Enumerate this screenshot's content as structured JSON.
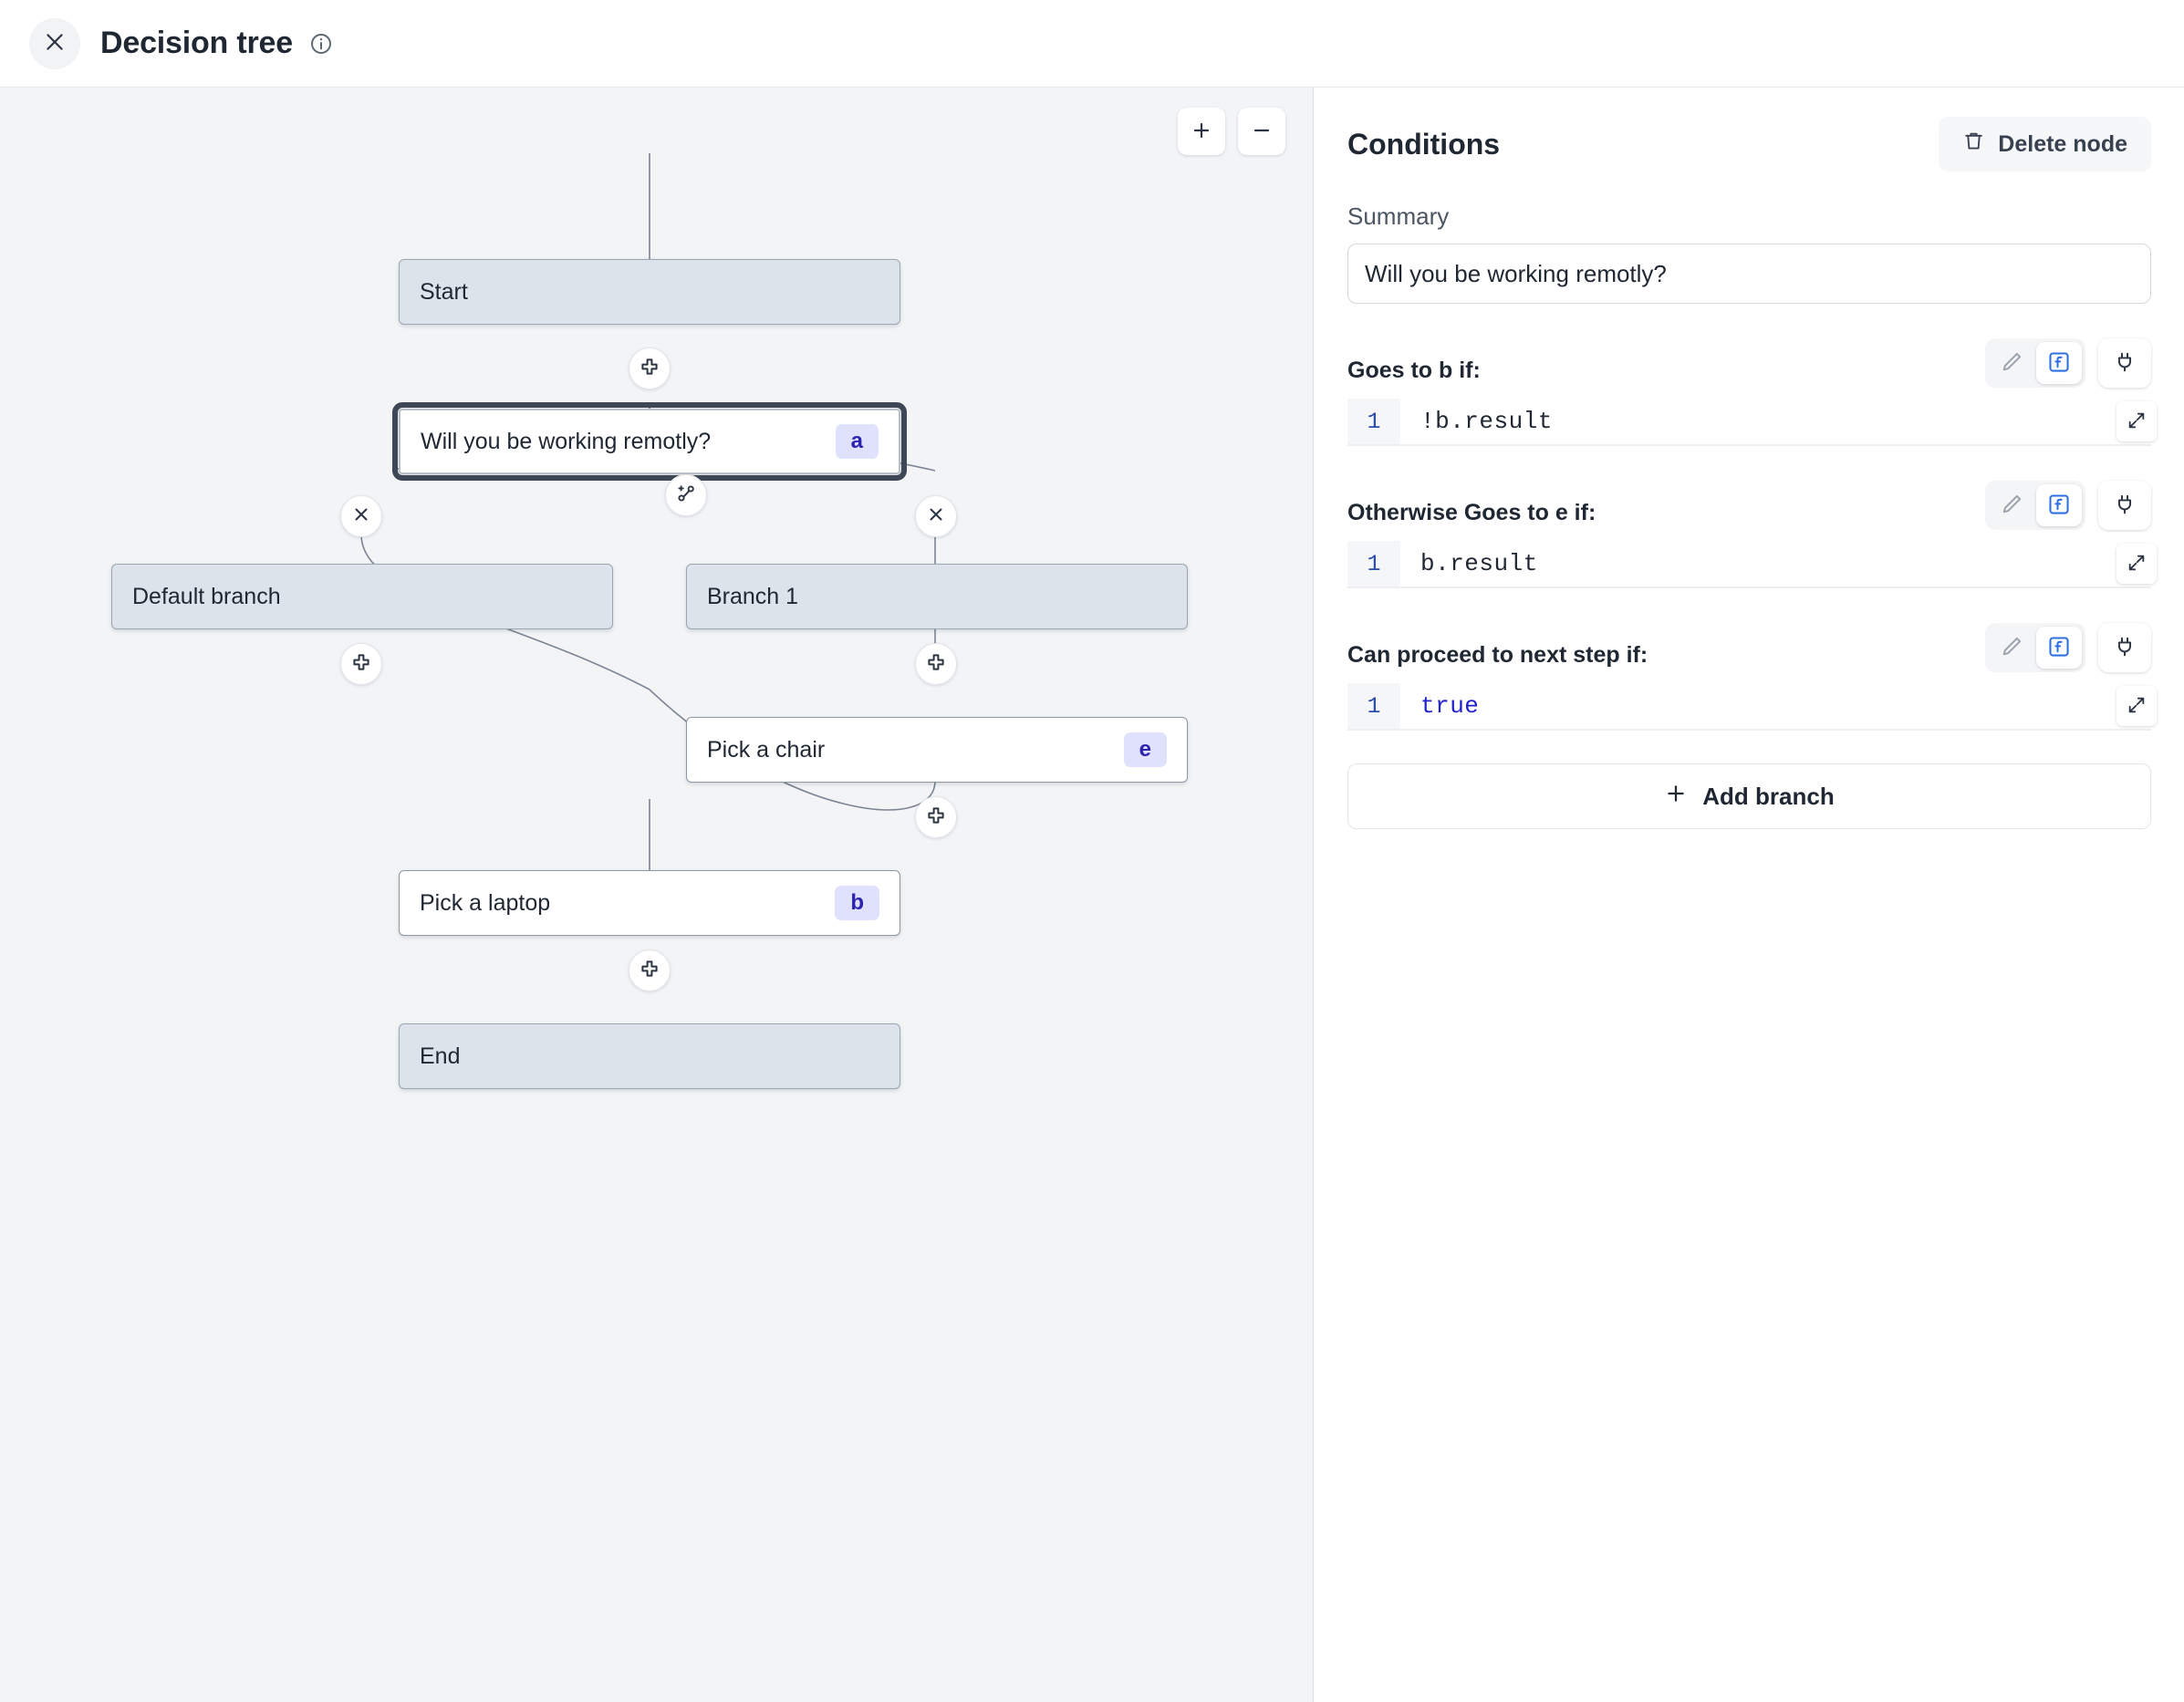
{
  "header": {
    "title": "Decision tree",
    "close_icon": "close-icon",
    "info_icon": "info-icon"
  },
  "canvas": {
    "zoom_in_label": "+",
    "zoom_out_label": "−",
    "nodes": [
      {
        "id": "start",
        "label": "Start",
        "type": "module",
        "badge": ""
      },
      {
        "id": "a",
        "label": "Will you be working remotly?",
        "type": "step",
        "badge": "a"
      },
      {
        "id": "default",
        "label": "Default branch",
        "type": "module",
        "badge": ""
      },
      {
        "id": "branch1",
        "label": "Branch 1",
        "type": "module",
        "badge": ""
      },
      {
        "id": "e",
        "label": "Pick a chair",
        "type": "step",
        "badge": "e"
      },
      {
        "id": "b",
        "label": "Pick a laptop",
        "type": "step",
        "badge": "b"
      },
      {
        "id": "end",
        "label": "End",
        "type": "module",
        "badge": ""
      }
    ],
    "handles": [
      {
        "name": "add-node-after-start",
        "icon": "plus-icon"
      },
      {
        "name": "add-branch-handle",
        "icon": "branch-plus-icon"
      },
      {
        "name": "delete-default-branch",
        "icon": "close-icon"
      },
      {
        "name": "delete-branch-1",
        "icon": "close-icon"
      },
      {
        "name": "add-node-default-branch",
        "icon": "plus-icon"
      },
      {
        "name": "add-node-branch-1",
        "icon": "plus-icon"
      },
      {
        "name": "add-node-after-chair",
        "icon": "plus-icon"
      },
      {
        "name": "add-node-after-laptop",
        "icon": "plus-icon"
      }
    ]
  },
  "panel": {
    "title": "Conditions",
    "delete_node_label": "Delete node",
    "summary_label": "Summary",
    "summary_value": "Will you be working remotly?",
    "summary_placeholder": "Summary",
    "conditions": [
      {
        "title": "Goes to b if:",
        "line_number": "1",
        "code": "!b.result",
        "keyword": false
      },
      {
        "title": "Otherwise Goes to e if:",
        "line_number": "1",
        "code": "b.result",
        "keyword": false
      },
      {
        "title": "Can proceed to next step if:",
        "line_number": "1",
        "code": "true",
        "keyword": true
      }
    ],
    "toolbar_icons": {
      "edit": "pencil-icon",
      "function": "function-icon",
      "plug": "plug-icon",
      "expand": "expand-icon"
    },
    "add_branch_label": "Add branch"
  },
  "colors": {
    "canvas_bg": "#f2f4f6",
    "module_node_bg": "#dde3ea",
    "badge_bg": "#e0e1fc",
    "badge_text": "#2c24b0",
    "accent_blue": "#2d6fe0",
    "selected_outline": "#3d4756"
  }
}
